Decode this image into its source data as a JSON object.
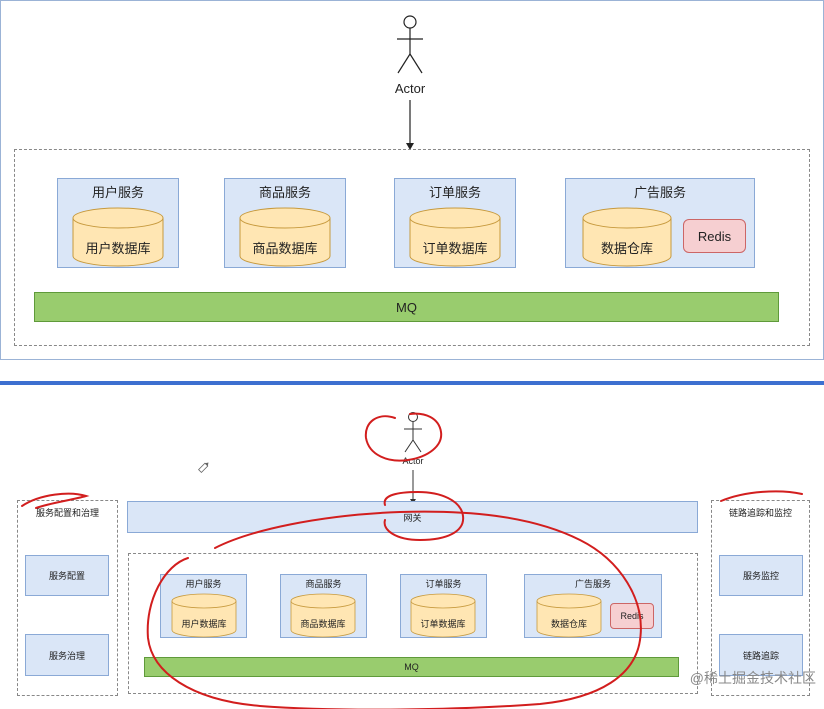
{
  "top": {
    "actor_label": "Actor",
    "services": [
      {
        "title": "用户服务",
        "db": "用户数据库"
      },
      {
        "title": "商品服务",
        "db": "商品数据库"
      },
      {
        "title": "订单服务",
        "db": "订单数据库"
      },
      {
        "title": "广告服务",
        "db": "数据仓库",
        "extra": "Redis"
      }
    ],
    "mq": "MQ"
  },
  "bottom": {
    "actor_label": "Actor",
    "gateway": "网关",
    "left_group_title": "服务配置和治理",
    "left_items": [
      "服务配置",
      "服务治理"
    ],
    "right_group_title": "链路追踪和监控",
    "right_items": [
      "服务监控",
      "链路追踪"
    ],
    "services": [
      {
        "title": "用户服务",
        "db": "用户数据库"
      },
      {
        "title": "商品服务",
        "db": "商品数据库"
      },
      {
        "title": "订单服务",
        "db": "订单数据库"
      },
      {
        "title": "广告服务",
        "db": "数据仓库",
        "extra": "Redis"
      }
    ],
    "mq": "MQ"
  },
  "watermark": "@稀土掘金技术社区",
  "colors": {
    "service_fill": "#dae6f7",
    "database_fill": "#ffe6b3",
    "mq_fill": "#99cc6e",
    "redis_fill": "#f6cfd1",
    "annotation_red": "#d21e1e",
    "separator_blue": "#3d6fd0"
  }
}
